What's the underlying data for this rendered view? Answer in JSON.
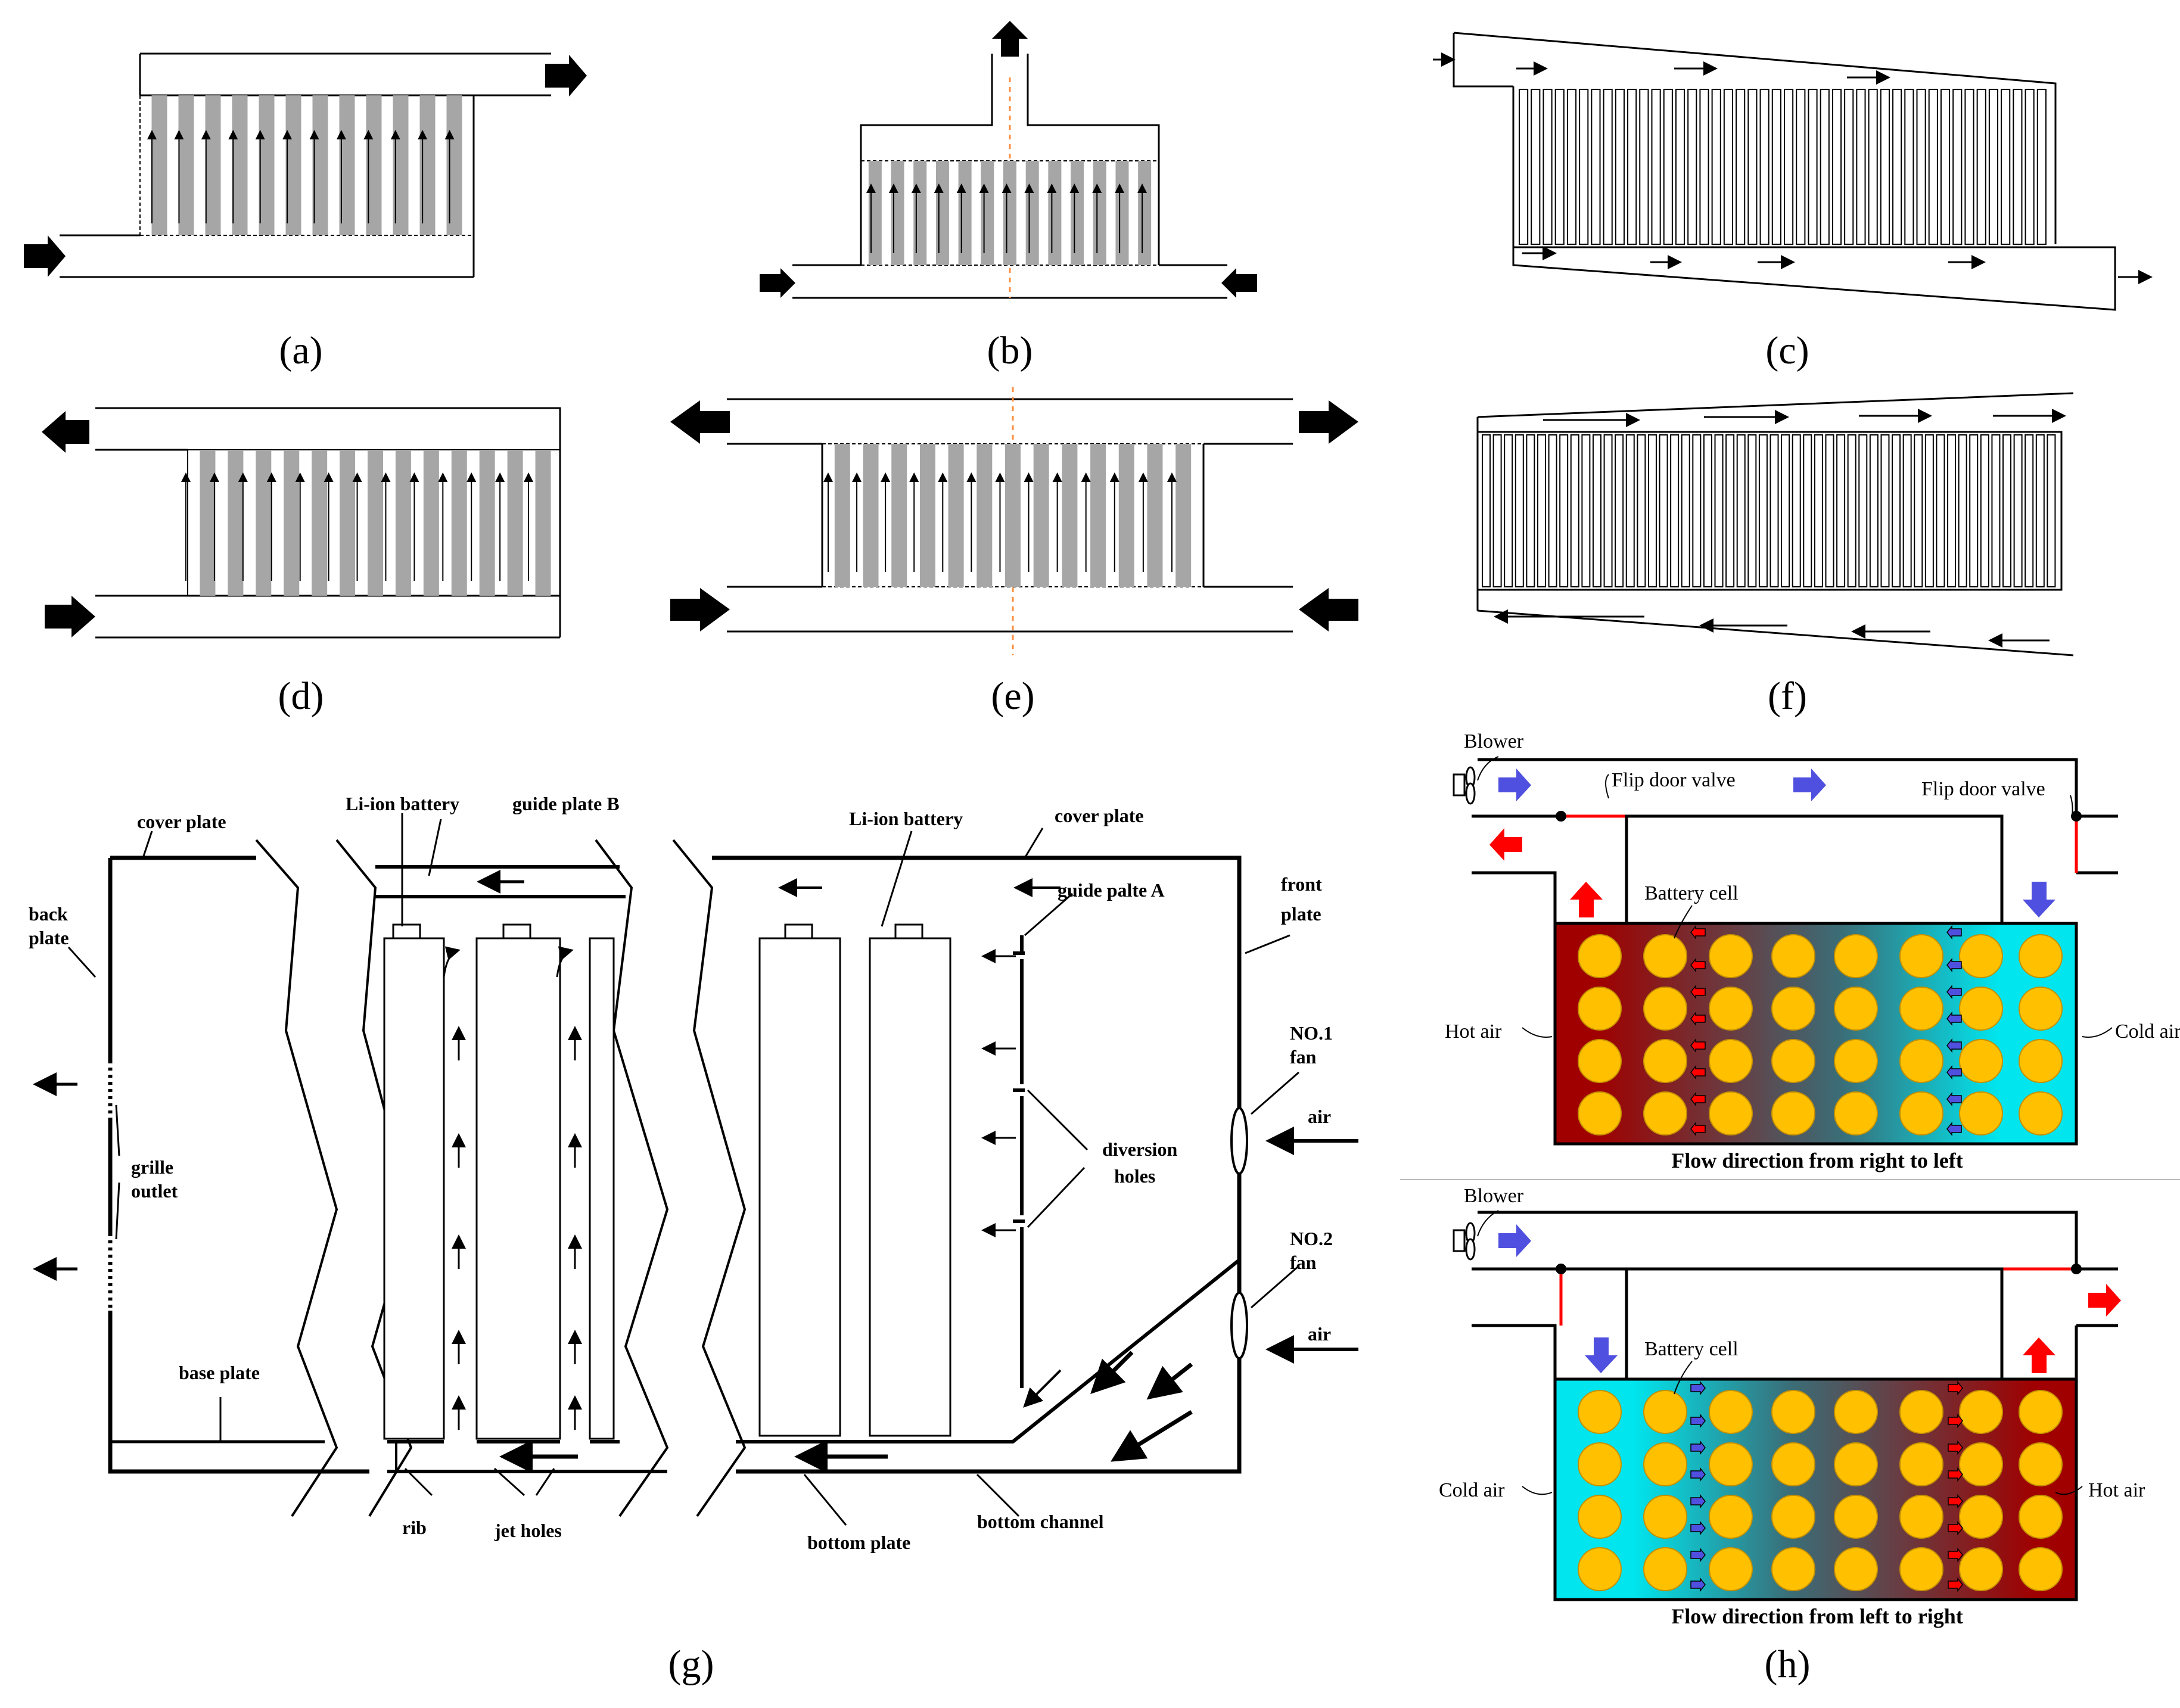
{
  "panels": {
    "a": {
      "caption": "(a)"
    },
    "b": {
      "caption": "(b)"
    },
    "c": {
      "caption": "(c)"
    },
    "d": {
      "caption": "(d)"
    },
    "e": {
      "caption": "(e)"
    },
    "f": {
      "caption": "(f)"
    },
    "g": {
      "caption": "(g)",
      "labels": {
        "cover_plate_left": "cover plate",
        "li_ion_left": "Li-ion battery",
        "guide_plate_b": "guide plate B",
        "back_plate_1": "back",
        "back_plate_2": "plate",
        "grille_1": "grille",
        "grille_2": "outlet",
        "base_plate": "base plate",
        "rib": "rib",
        "jet_holes": "jet holes",
        "li_ion_right": "Li-ion battery",
        "cover_plate_right": "cover plate",
        "guide_plate_a": "guide palte A",
        "front_plate_1": "front",
        "front_plate_2": "plate",
        "fan1_1": "NO.1",
        "fan1_2": "fan",
        "air1": "air",
        "diversion_1": "diversion",
        "diversion_2": "holes",
        "fan2_1": "NO.2",
        "fan2_2": "fan",
        "air2": "air",
        "bottom_plate": "bottom plate",
        "bottom_channel": "bottom channel"
      }
    },
    "h": {
      "caption": "(h)",
      "top": {
        "blower": "Blower",
        "flip_door_1": "Flip door valve",
        "flip_door_2": "Flip door valve",
        "battery_cell": "Battery cell",
        "hot_air": "Hot air",
        "cold_air": "Cold air",
        "title": "Flow direction from right to left"
      },
      "bottom": {
        "blower": "Blower",
        "battery_cell": "Battery cell",
        "cold_air": "Cold air",
        "hot_air": "Hot air",
        "title": "Flow direction from left to right"
      }
    }
  },
  "colors": {
    "plate": "#a6a6a6",
    "hot": "#a00000",
    "cold": "#00e5ee",
    "cell": "#ffc000",
    "blue_arrow": "#5050e0",
    "red_arrow": "#ff0000",
    "centerline": "#ff8c3c"
  }
}
